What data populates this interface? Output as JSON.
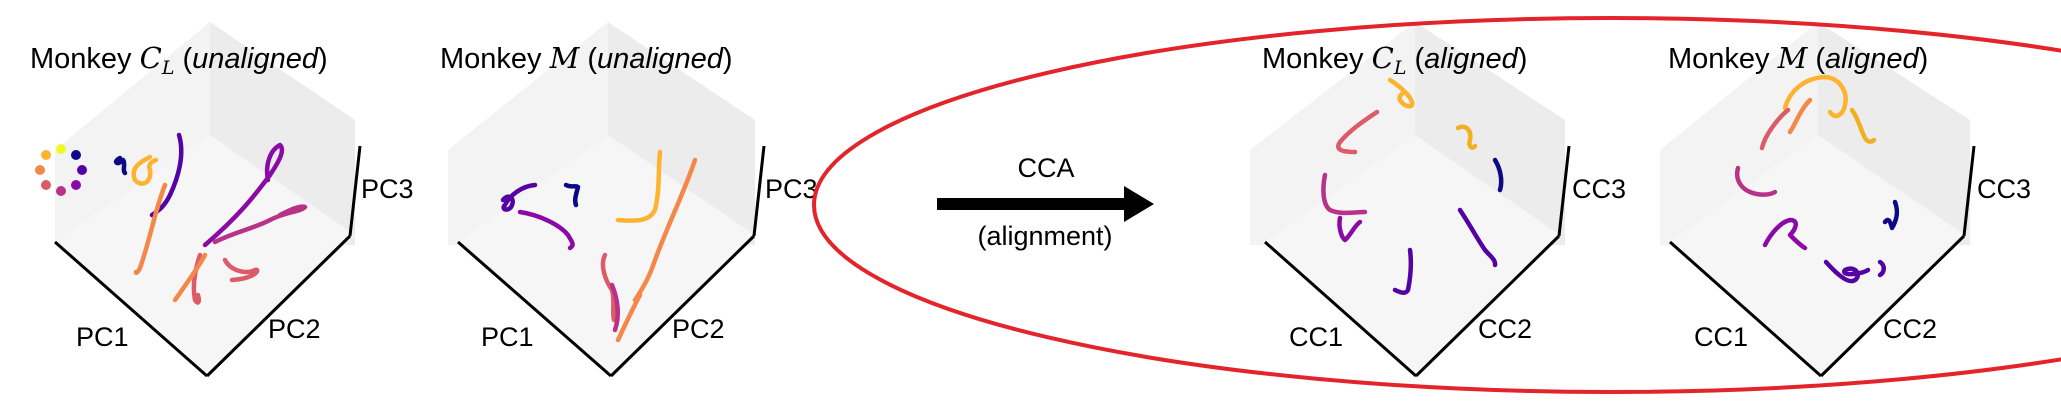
{
  "panels": [
    {
      "title": {
        "prefix": "Monkey",
        "sym": "C",
        "sub": "L",
        "open": "(",
        "mode": "unaligned",
        "close": ")"
      },
      "axes": {
        "x": "PC1",
        "y": "PC2",
        "z": "PC3"
      }
    },
    {
      "title": {
        "prefix": "Monkey",
        "sym": "M",
        "sub": "",
        "open": "(",
        "mode": "unaligned",
        "close": ")"
      },
      "axes": {
        "x": "PC1",
        "y": "PC2",
        "z": "PC3"
      }
    },
    {
      "title": {
        "prefix": "Monkey",
        "sym": "C",
        "sub": "L",
        "open": "(",
        "mode": "aligned",
        "close": ")"
      },
      "axes": {
        "x": "CC1",
        "y": "CC2",
        "z": "CC3"
      }
    },
    {
      "title": {
        "prefix": "Monkey",
        "sym": "M",
        "sub": "",
        "open": "(",
        "mode": "aligned",
        "close": ")"
      },
      "axes": {
        "x": "CC1",
        "y": "CC2",
        "z": "CC3"
      }
    }
  ],
  "arrow": {
    "top_label": "CCA",
    "bottom_label": "(alignment)"
  },
  "colors": {
    "axis": "#000000",
    "pane": "#f2f2f2",
    "pane_edge": "#e3e3e3",
    "highlight_ellipse": "#e3242b",
    "condition_palette": [
      "#f0f921",
      "#fdb32f",
      "#f48849",
      "#db5c68",
      "#b83289",
      "#8b0aa5",
      "#5302a3",
      "#0d0887"
    ]
  },
  "icons": {
    "legend": "condition-color-wheel-icon"
  }
}
